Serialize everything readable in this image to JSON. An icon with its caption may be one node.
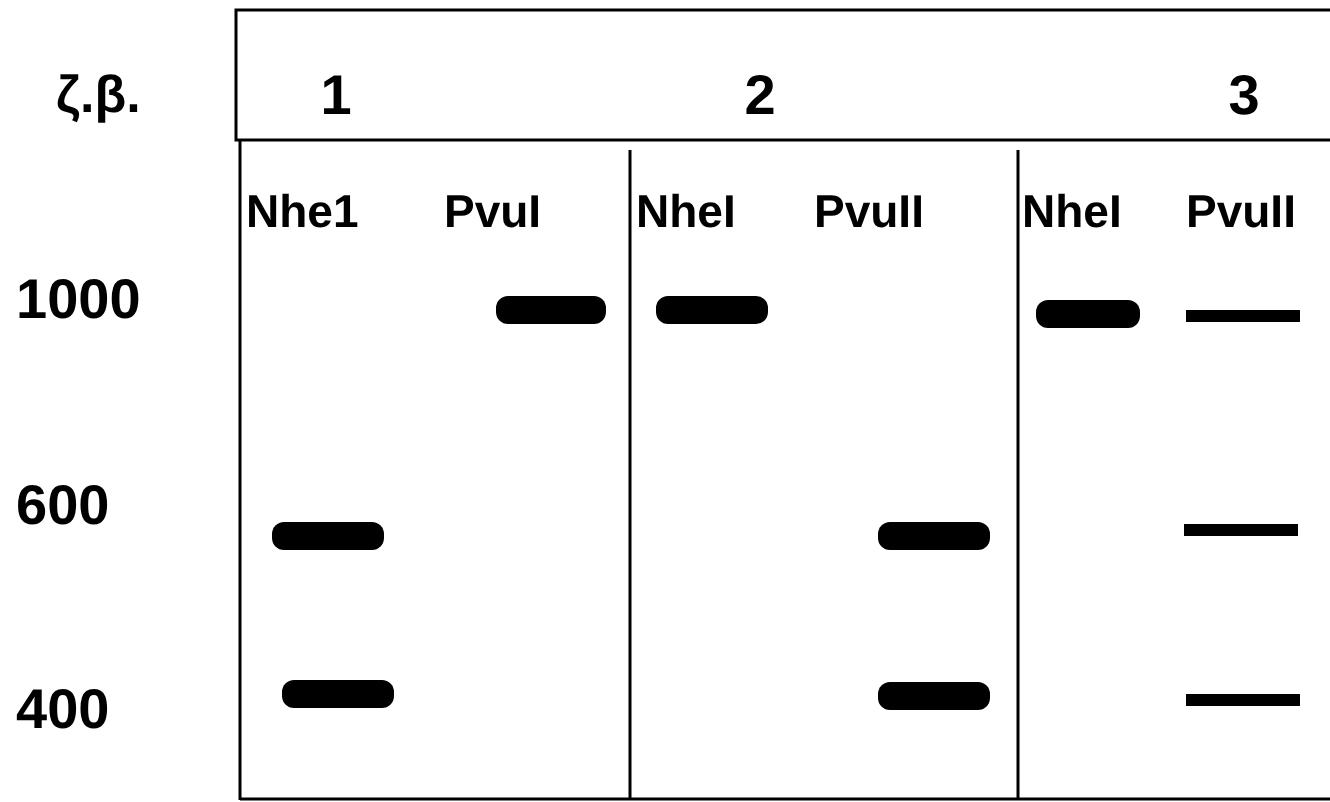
{
  "diagram": {
    "labels": [
      "ζ.β.",
      "1",
      "2",
      "3",
      "Nhe1",
      "PvuI",
      "NheI",
      "PvuII",
      "NheI",
      "PvuII",
      "1000",
      "600",
      "400"
    ]
  }
}
